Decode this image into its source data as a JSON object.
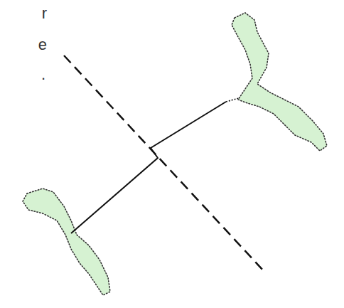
{
  "diagram": {
    "labels": [
      "r",
      "e",
      "."
    ]
  }
}
